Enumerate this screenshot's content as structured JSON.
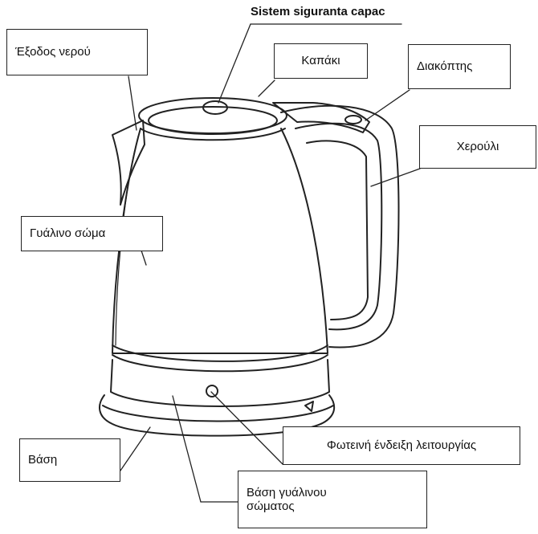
{
  "top_label": "Sistem siguranta capac",
  "labels": {
    "spout": "Έξοδος νερού",
    "lid": "Καπάκι",
    "switch": "Διακόπτης",
    "handle": "Χερούλι",
    "glass_body": "Γυάλινο σώμα",
    "base": "Βάση",
    "indicator": "Φωτεινή ένδειξη λειτουργίας",
    "glass_base_line1": "Βάση γυάλινου",
    "glass_base_line2": "σώματος"
  }
}
